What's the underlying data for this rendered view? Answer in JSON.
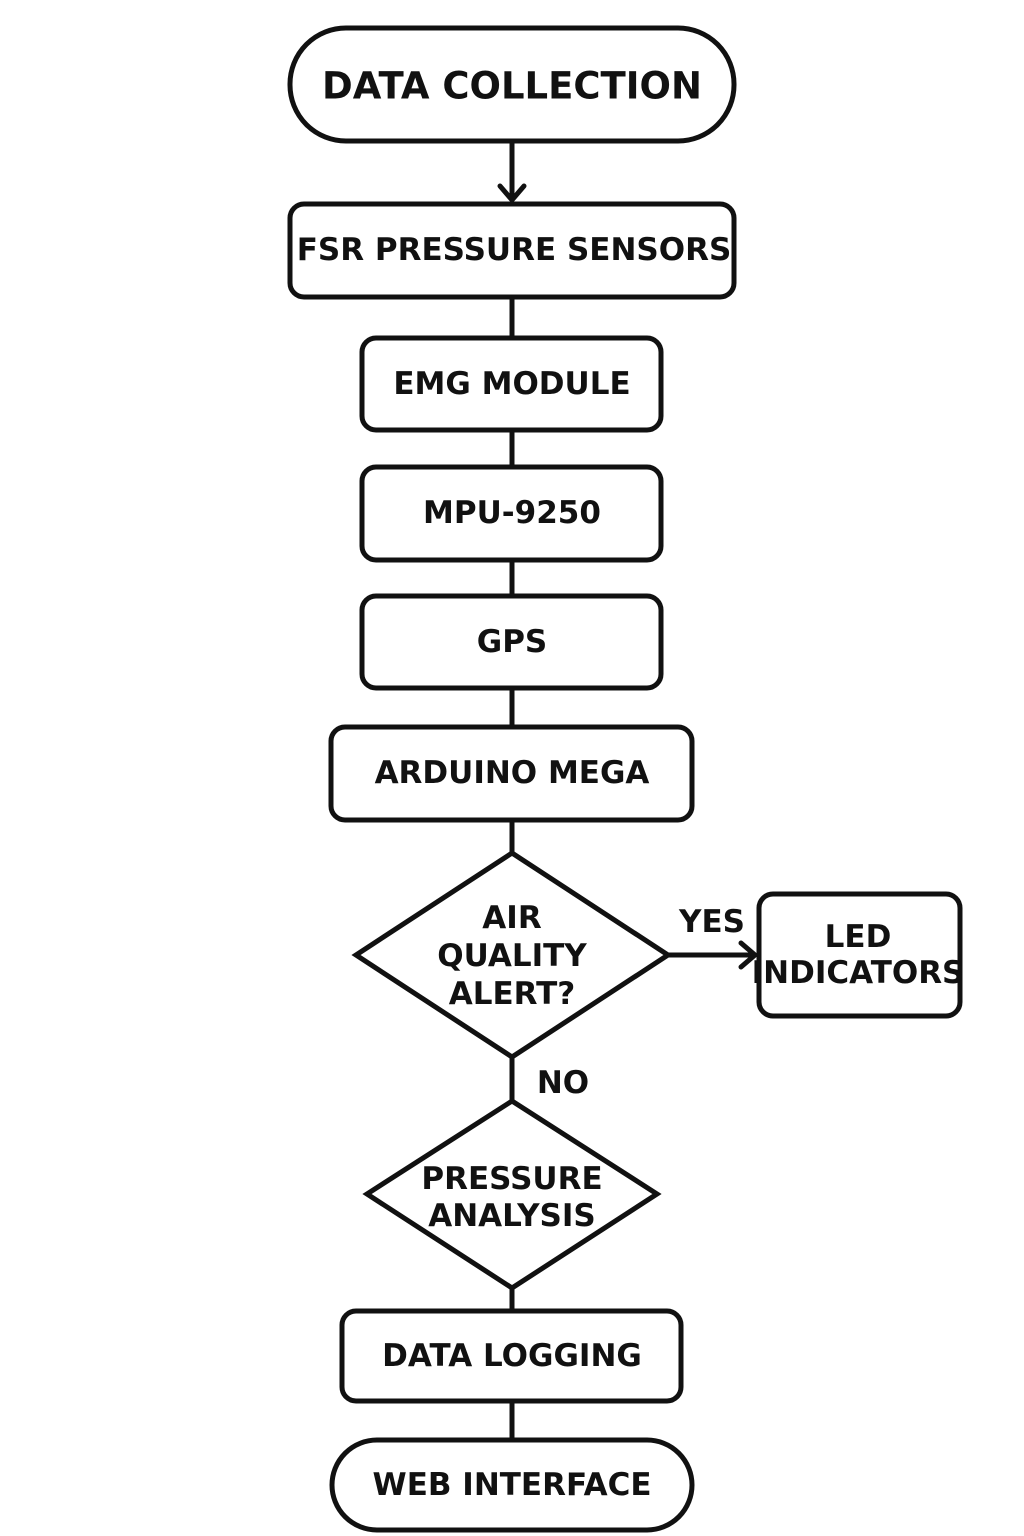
{
  "diagram": {
    "nodes": {
      "data_collection": "DATA COLLECTION",
      "fsr_pressure_sensors": "FSR PRESSURE SENSORS",
      "emg_module": "EMG MODULE",
      "mpu_9250": "MPU-9250",
      "gps": "GPS",
      "arduino_mega": "ARDUINO MEGA",
      "air_quality_alert": [
        "AIR",
        "QUALITY",
        "ALERT?"
      ],
      "led_indicators": [
        "LED",
        "INDICATORS"
      ],
      "pressure_analysis": [
        "PRESSURE",
        "ANALYSIS"
      ],
      "data_logging": "DATA LOGGING",
      "web_interface": "WEB INTERFACE"
    },
    "edge_labels": {
      "yes": "YES",
      "no": "NO"
    },
    "colors": {
      "stroke": "#111111",
      "background": "#ffffff"
    }
  }
}
